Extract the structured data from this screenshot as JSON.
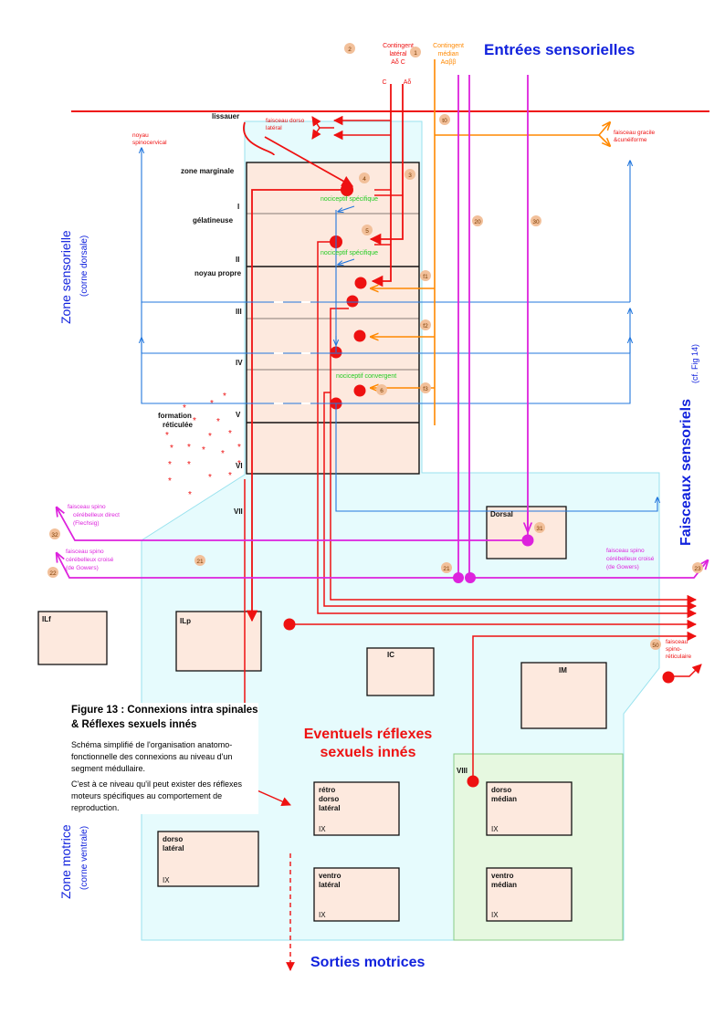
{
  "colors": {
    "red": "#ee1111",
    "blue": "#2277dd",
    "orange": "#ff8800",
    "magenta": "#dd22dd",
    "title_blue": "#1122dd",
    "cyan_zone": "#e6fbfd",
    "green_zone": "#e6f8e0",
    "nucleus_fill": "#fde9de",
    "label_circle": "#f2c09a"
  },
  "headings": {
    "entrees": "Entrées sensorielles",
    "zone_sensorielle": "Zone sensorielle",
    "corne_dorsale": "(corne dorsale)",
    "zone_motrice": "Zone motrice",
    "corne_ventrale": "(corne ventrale)",
    "faisceaux": "Faisceaux sensoriels",
    "cf_fig": "(cf. Fig 14)",
    "sorties": "Sorties motrices",
    "reflexes_line1": "Eventuels réflexes",
    "reflexes_line2": "sexuels innés"
  },
  "inputs": {
    "contingent_lateral_lines": [
      "Contingent",
      "latéral",
      "Aδ C"
    ],
    "contingent_median_lines": [
      "Contingent",
      "médian",
      "Aαββ"
    ],
    "fiber_c": "C",
    "fiber_ad": "Aδ"
  },
  "laminae": {
    "lissauer": "lissauer",
    "zone_marginale": "zone marginale",
    "I": "I",
    "gelatineuse": "gélatineuse",
    "II": "II",
    "noyau_propre": "noyau propre",
    "III": "III",
    "IV": "IV",
    "formation_lines": [
      "formation",
      "réticulée"
    ],
    "V": "V",
    "VI": "VI",
    "VII": "VII",
    "VIII": "VIII"
  },
  "annotations": {
    "noyau_spinocervical_lines": [
      "noyau",
      "spinocervical"
    ],
    "faisceau_dorso_lateral_lines": [
      "faisceau dorso",
      "latéral"
    ],
    "faisceau_gracile_lines": [
      "faisceau gracile",
      "&cunéiforme"
    ],
    "nociceptif_specifique": "nociceptif spécifique",
    "nociceptif_convergent": "nociceptif convergent",
    "spino_direct_lines": [
      "faisceau spino",
      "cérébelleux direct",
      "(Flechsig)"
    ],
    "spino_croise_left_lines": [
      "faisceau spino",
      "cérébelleux croisé",
      "(de Gowers)"
    ],
    "spino_croise_right_lines": [
      "faisceau spino",
      "cérébelleux croisé",
      "(de Gowers)"
    ],
    "spino_reticulaire_lines": [
      "faisceau",
      "spino-",
      "réticulaire"
    ]
  },
  "nuclei": {
    "dorsal": "Dorsal",
    "ILf": "ILf",
    "ILp": "ILp",
    "IC": "IC",
    "IM": "IM",
    "retro_lines": [
      "rétro",
      "dorso",
      "latéral"
    ],
    "retro_ix": "IX",
    "dorso_lateral_lines": [
      "dorso",
      "latéral"
    ],
    "dorso_lateral_ix": "IX",
    "ventro_lateral_lines": [
      "ventro",
      "latéral"
    ],
    "ventro_lateral_ix": "IX",
    "dorso_median_lines": [
      "dorso",
      "médian"
    ],
    "dorso_median_ix": "IX",
    "ventro_median_lines": [
      "ventro",
      "médian"
    ],
    "ventro_median_ix": "IX"
  },
  "markers": {
    "m1": "1",
    "m2": "2",
    "m3": "3",
    "m4": "4",
    "m5": "5",
    "m6": "6",
    "m10": "t0",
    "m11": "f1",
    "m12": "f2",
    "m13": "f3",
    "m20": "20",
    "m21a": "21",
    "m21b": "21",
    "m22": "22",
    "m23": "23",
    "m30": "30",
    "m31": "31",
    "m32": "32",
    "m50": "50"
  },
  "caption": {
    "title": "Figure 13 : Connexions intra spinales & Réflexes sexuels innés",
    "paragraph1": "Schéma simplifié de l'organisation anatomo-fonctionnelle des connexions au niveau d'un segment médullaire.",
    "paragraph2": "C'est à ce niveau qu'il peut exister des réflexes moteurs spécifiques au comportement de reproduction."
  }
}
